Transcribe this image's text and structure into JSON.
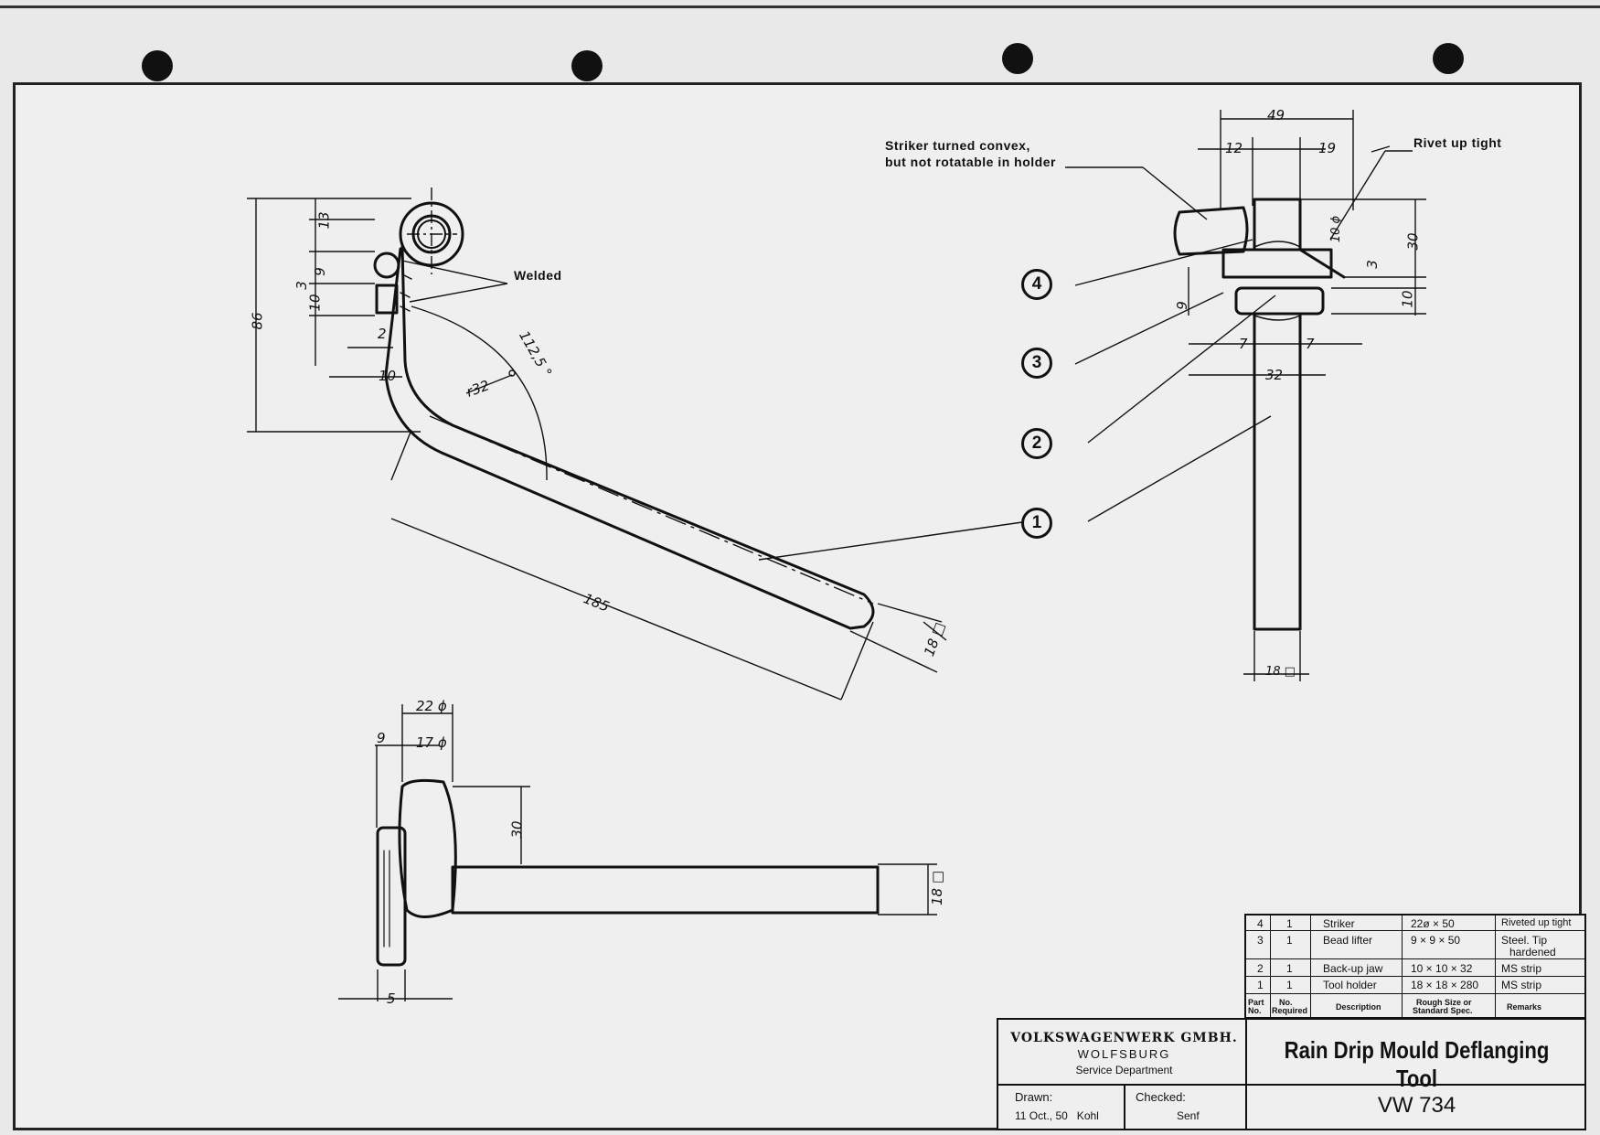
{
  "annotations": {
    "welded": "Welded",
    "striker_note_line1": "Striker turned convex,",
    "striker_note_line2": "but not rotatable in holder",
    "rivet_note": "Rivet up tight"
  },
  "dimensions": {
    "d86": "86",
    "d13": "13",
    "d9a": "9",
    "d3": "3",
    "d10a": "10",
    "d2": "2",
    "d10b": "10",
    "r32": "r32",
    "a112": "112,5 °",
    "d185": "185",
    "d18a": "18 □",
    "d49": "49",
    "d12": "12",
    "d19": "19",
    "d10phi": "10 ϕ",
    "d30a": "30",
    "d3b": "3",
    "d10c": "10",
    "d9b": "9",
    "d7a": "7",
    "d7b": "7",
    "d32": "32",
    "d18b": "18 □",
    "d22phi": "22 ϕ",
    "d9c": "9",
    "d17phi": "17 ϕ",
    "d30b": "30",
    "d18c": "18 □",
    "d5": "5"
  },
  "balloons": [
    "4",
    "3",
    "2",
    "1"
  ],
  "parts_list": {
    "rows": [
      {
        "part": "4",
        "qty": "1",
        "desc": "Striker",
        "size": "22ø × 50",
        "remarks": "Riveted up tight"
      },
      {
        "part": "3",
        "qty": "1",
        "desc": "Bead lifter",
        "size": "9 × 9 × 50",
        "remarks": "Steel. Tip",
        "remarks2": "hardened"
      },
      {
        "part": "2",
        "qty": "1",
        "desc": "Back-up jaw",
        "size": "10 × 10 × 32",
        "remarks": "MS strip"
      },
      {
        "part": "1",
        "qty": "1",
        "desc": "Tool holder",
        "size": "18 × 18 × 280",
        "remarks": "MS strip"
      }
    ],
    "header": {
      "part1": "Part",
      "part2": "No.",
      "qty1": "No.",
      "qty2": "Required",
      "desc": "Description",
      "size1": "Rough Size or",
      "size2": "Standard Spec.",
      "remarks": "Remarks"
    }
  },
  "title_block": {
    "company": "VOLKSWAGENWERK GMBH.",
    "city": "WOLFSBURG",
    "dept": "Service Department",
    "title": "Rain Drip Mould Deflanging Tool",
    "drawn_label": "Drawn:",
    "drawn_value": "11 Oct., 50   Kohl",
    "checked_label": "Checked:",
    "checked_value": "Senf",
    "number": "VW 734"
  }
}
